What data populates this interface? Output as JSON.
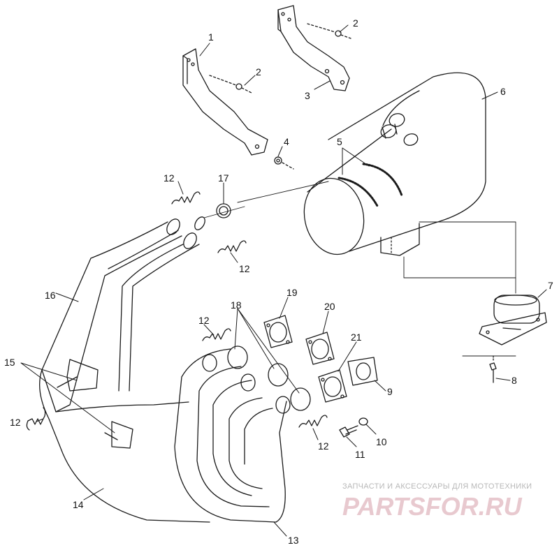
{
  "callouts": [
    "1",
    "2",
    "2",
    "3",
    "4",
    "5",
    "6",
    "7",
    "8",
    "9",
    "10",
    "11",
    "12",
    "12",
    "12",
    "12",
    "12",
    "13",
    "14",
    "15",
    "16",
    "17",
    "18",
    "19",
    "20",
    "21"
  ],
  "watermark": {
    "tagline": "ЗАПЧАСТИ И АКСЕССУАРЫ ДЛЯ МОТОТЕХНИКИ",
    "logo": "PARTSFOR.RU",
    "color": "#e8c9cf"
  }
}
